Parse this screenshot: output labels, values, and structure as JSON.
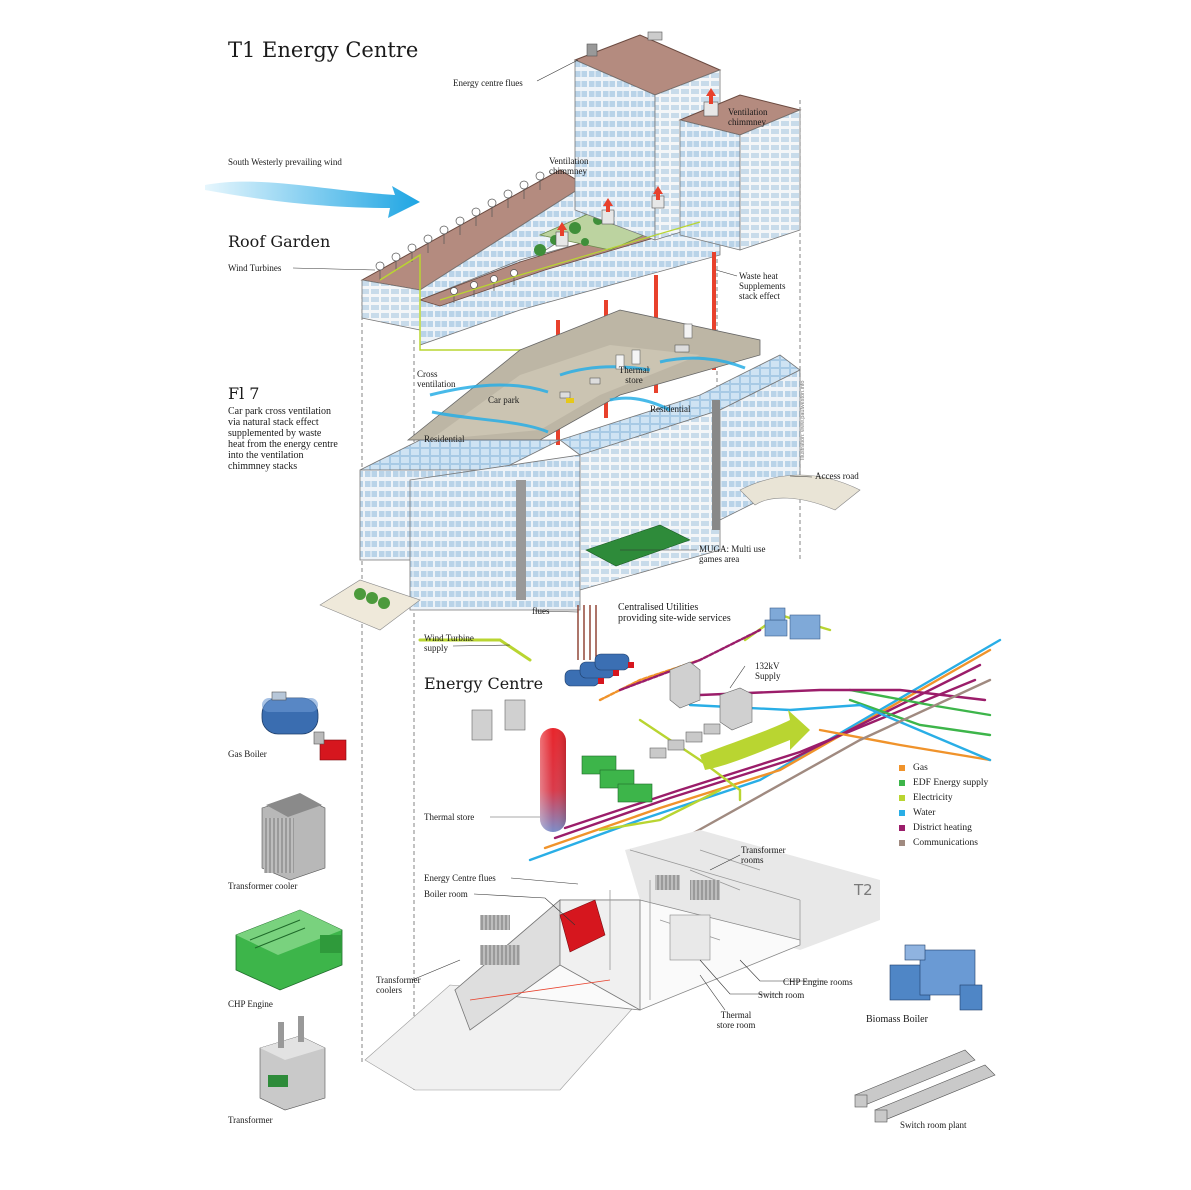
{
  "titles": {
    "main": "T1 Energy Centre",
    "roof_garden": "Roof Garden",
    "floor7": "Fl 7",
    "energy_centre": "Energy Centre",
    "t2": "T2"
  },
  "floor7_description": "Car park cross ventilation via natural stack effect supplemented by waste heat from the energy centre into the ventilation chimmney stacks",
  "labels": {
    "energy_centre_flues_top": "Energy centre flues",
    "ventilation_chimney_right": "Ventilation chimmney",
    "ventilation_chimney_mid": "Ventilation chimmney",
    "prevailing_wind": "South Westerly prevailing wind",
    "wind_turbines": "Wind Turbines",
    "waste_heat": "Waste heat Supplements stack effect",
    "cross_ventilation": "Cross ventilation",
    "thermal_store_fl7": "Thermal store",
    "car_park": "Car park",
    "residential_right": "Residential",
    "residential_left": "Residential",
    "access_road": "Access road",
    "muga": "MUGA: Multi use games area",
    "flues": "flues",
    "centralised_utilities": "Centralised Utilities providing site-wide services",
    "wind_turbine_supply": "Wind Turbine supply",
    "supply_132kv": "132kV Supply",
    "thermal_store": "Thermal store",
    "energy_centre_flues": "Energy Centre flues",
    "boiler_room": "Boiler room",
    "transformer_rooms": "Transformer rooms",
    "transformer_coolers": "Transformer coolers",
    "chp_engine_rooms": "CHP Engine rooms",
    "switch_room": "Switch room",
    "thermal_store_room": "Thermal store room",
    "illustration_credit": "Illustration: www.paulweston.info"
  },
  "components": [
    {
      "name": "Gas Boiler"
    },
    {
      "name": "Transformer cooler"
    },
    {
      "name": "CHP Engine"
    },
    {
      "name": "Transformer"
    },
    {
      "name": "Biomass Boiler"
    },
    {
      "name": "Switch room plant"
    }
  ],
  "legend": [
    {
      "label": "Gas",
      "color": "#f0932b"
    },
    {
      "label": "EDF Energy supply",
      "color": "#3db54a"
    },
    {
      "label": "Electricity",
      "color": "#b9d531"
    },
    {
      "label": "Water",
      "color": "#29aee6"
    },
    {
      "label": "District heating",
      "color": "#9b1d6a"
    },
    {
      "label": "Communications",
      "color": "#a08a80"
    }
  ],
  "colors": {
    "roof": "#b38a7d",
    "glass": "#dceaf5",
    "glass_dark": "#9cc6e3",
    "facade": "#f2f2f2",
    "wind_arrow": "#29aee6",
    "waste_heat": "#e8412c",
    "boiler_red": "#d6161e"
  }
}
